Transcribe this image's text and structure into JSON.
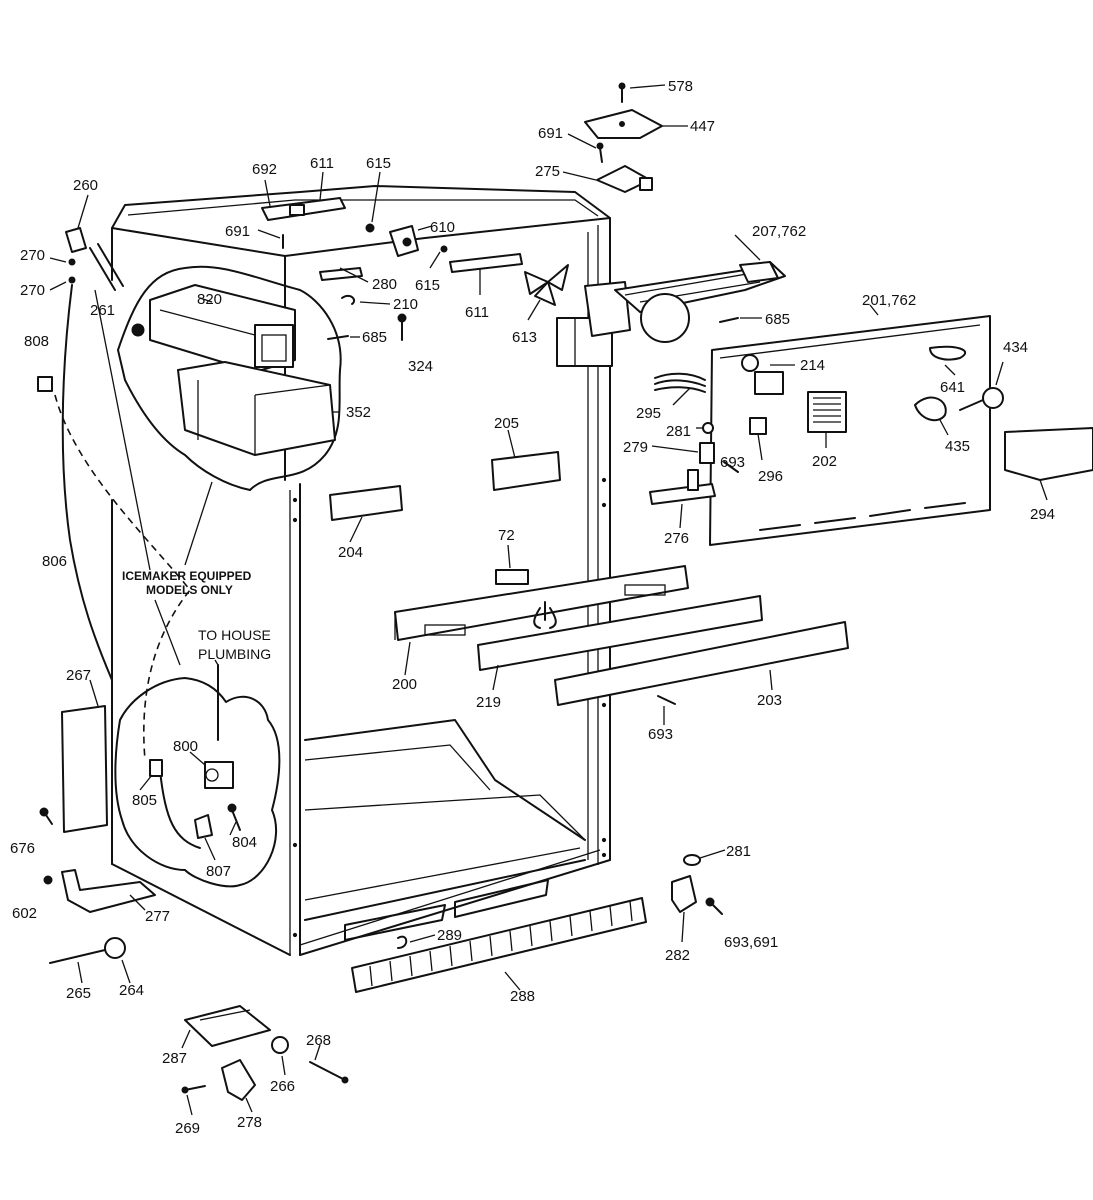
{
  "diagram": {
    "callouts": {
      "c578": "578",
      "c447": "447",
      "c691a": "691",
      "c275": "275",
      "c260": "260",
      "c692": "692",
      "c611a": "611",
      "c615a": "615",
      "c691b": "691",
      "c610": "610",
      "c207_762": "207,762",
      "c270a": "270",
      "c270b": "270",
      "c261": "261",
      "c280": "280",
      "c615b": "615",
      "c210": "210",
      "c820": "820",
      "c611b": "611",
      "c613": "613",
      "c685a": "685",
      "c685b": "685",
      "c201_762": "201,762",
      "c324": "324",
      "c808": "808",
      "c214": "214",
      "c434": "434",
      "c352": "352",
      "c641": "641",
      "c295": "295",
      "c205": "205",
      "c281a": "281",
      "c435": "435",
      "c279": "279",
      "c693a": "693",
      "c296": "296",
      "c202": "202",
      "c294": "294",
      "c204": "204",
      "c276": "276",
      "c806": "806",
      "c72": "72",
      "c200": "200",
      "c219": "219",
      "c203": "203",
      "c267": "267",
      "c693b": "693",
      "c800": "800",
      "c805": "805",
      "c804": "804",
      "c807": "807",
      "c676": "676",
      "c281b": "281",
      "c602": "602",
      "c277": "277",
      "c289": "289",
      "c282": "282",
      "c693_691": "693,691",
      "c265": "265",
      "c264": "264",
      "c288": "288",
      "c287": "287",
      "c268": "268",
      "c266": "266",
      "c269": "269",
      "c278": "278"
    },
    "notes": {
      "icemaker_line1": "ICEMAKER EQUIPPED",
      "icemaker_line2": "MODELS ONLY",
      "plumbing_line1": "TO HOUSE",
      "plumbing_line2": "PLUMBING"
    }
  }
}
